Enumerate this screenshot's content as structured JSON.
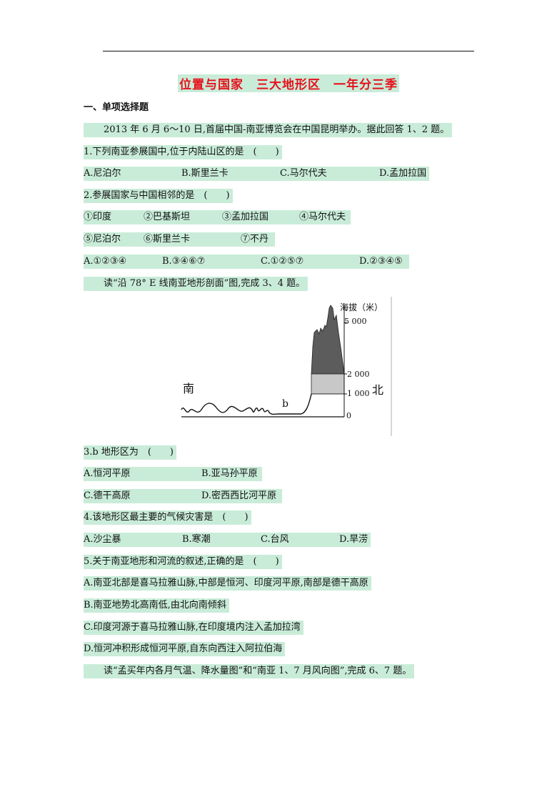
{
  "title": "位置与国家　三大地形区　一年分三季",
  "section1": "一、单项选择题",
  "intro1": "2013 年 6 月 6～10 日,首届中国-南亚博览会在中国昆明举办。据此回答 1、2 题。",
  "q1": {
    "stem": "1.下列南亚参展国中,位于内陆山区的是　(　　)",
    "options": [
      "A.尼泊尔",
      "B.斯里兰卡",
      "C.马尔代夫",
      "D.孟加拉国"
    ]
  },
  "q2": {
    "stem": "2.参展国家与中国相邻的是　(　　)",
    "items_row1": [
      "①印度",
      "②巴基斯坦",
      "③孟加拉国",
      "④马尔代夫"
    ],
    "items_row2": [
      "⑤尼泊尔",
      "⑥斯里兰卡",
      "⑦不丹"
    ],
    "options": [
      "A.①②③④",
      "B.③④⑥⑦",
      "C.①②⑤⑦",
      "D.②③④⑤"
    ]
  },
  "intro2": "读“沿 78° E 线南亚地形剖面”图,完成 3、4 题。",
  "figure": {
    "axis_title": "海拔（米）",
    "ticks": [
      "5 000",
      "2 000",
      "1 000",
      "0"
    ],
    "south": "南",
    "north": "北",
    "marker": "b"
  },
  "q3": {
    "stem": "3.b 地形区为　(　　)",
    "options": [
      "A.恒河平原",
      "B.亚马孙平原",
      "C.德干高原",
      "D.密西西比河平原"
    ]
  },
  "q4": {
    "stem": "4.该地形区最主要的气候灾害是　(　　)",
    "options": [
      "A.沙尘暴",
      "B.寒潮",
      "C.台风",
      "D.旱涝"
    ]
  },
  "q5": {
    "stem": "5.关于南亚地形和河流的叙述,正确的是　(　　)",
    "options": [
      "A.南亚北部是喜马拉雅山脉,中部是恒河、印度河平原,南部是德干高原",
      "B.南亚地势北高南低,由北向南倾斜",
      "C.印度河源于喜马拉雅山脉,在印度境内注入孟加拉湾",
      "D.恒河冲积形成恒河平原,自东向西注入阿拉伯海"
    ]
  },
  "intro3": "读“孟买年内各月气温、降水量图”和“南亚 1、7 月风向图”,完成 6、7 题。"
}
